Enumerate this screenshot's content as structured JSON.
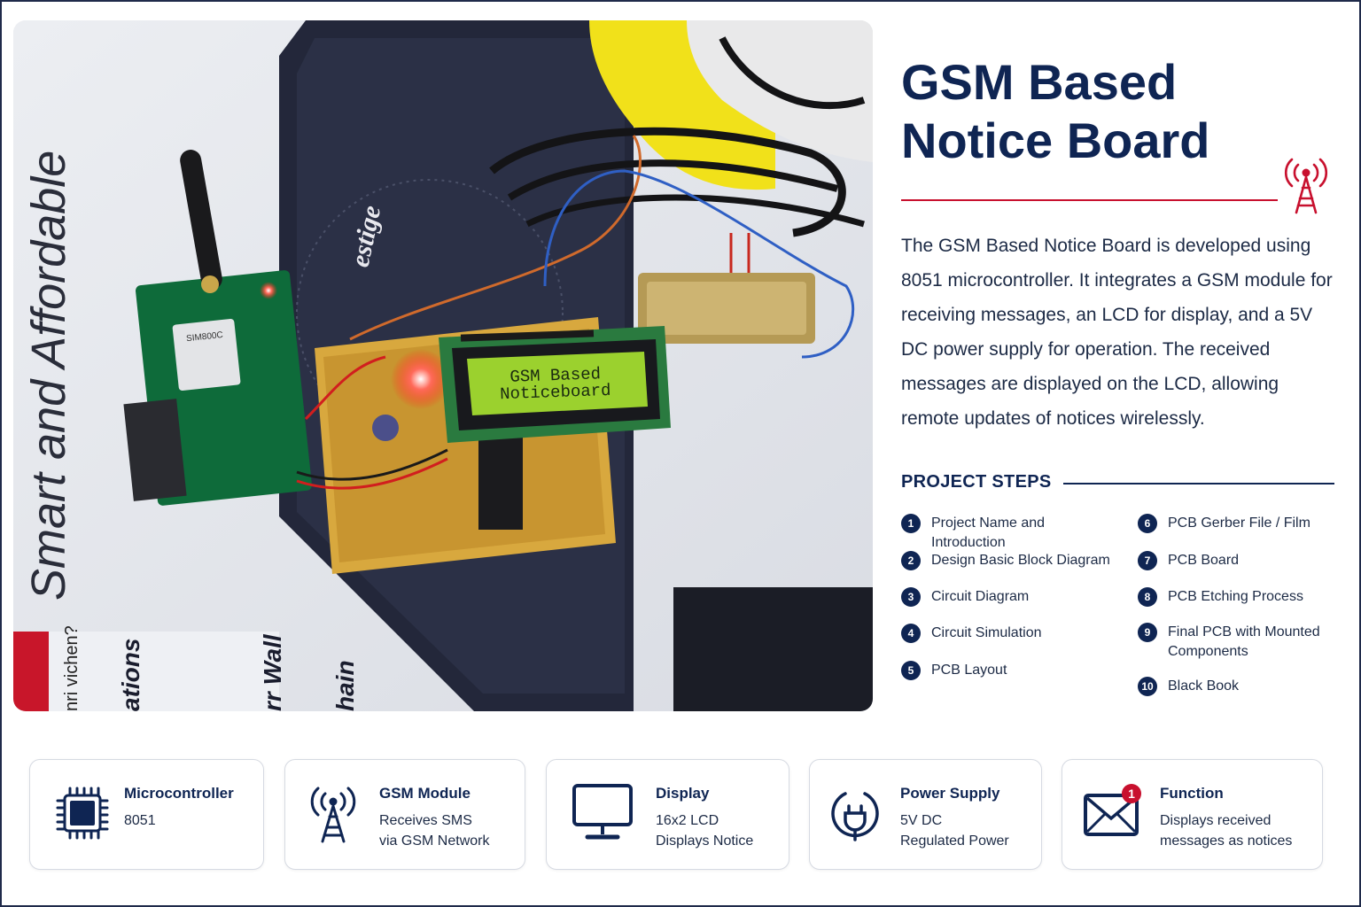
{
  "photo": {
    "side_text": "Smart and Affordable",
    "lcd_line1": "GSM Based",
    "lcd_line2": "Noticeboard",
    "module_label": "SIM800C",
    "brand_text": "estige",
    "page_words": [
      "ations",
      "rr Wall",
      "hain",
      "nri vichen?"
    ]
  },
  "header": {
    "title_line1": "GSM Based",
    "title_line2": "Notice Board",
    "icon": "cell-tower-icon",
    "accent_color": "#c8102e"
  },
  "description": "The GSM Based Notice Board is developed using 8051 microcontroller. It integrates a GSM module for receiving messages, an LCD for display, and a 5V DC power supply for operation. The received messages are displayed on the LCD, allowing remote updates of notices wirelessly.",
  "steps": {
    "title": "PROJECT STEPS",
    "items": [
      {
        "num": "1",
        "label": "Project Name and Introduction"
      },
      {
        "num": "2",
        "label": "Design Basic Block Diagram"
      },
      {
        "num": "3",
        "label": "Circuit Diagram"
      },
      {
        "num": "4",
        "label": "Circuit Simulation"
      },
      {
        "num": "5",
        "label": "PCB Layout"
      },
      {
        "num": "6",
        "label": "PCB Gerber File / Film"
      },
      {
        "num": "7",
        "label": "PCB Board"
      },
      {
        "num": "8",
        "label": "PCB Etching Process"
      },
      {
        "num": "9",
        "label": "Final PCB with Mounted Components"
      },
      {
        "num": "10",
        "label": "Black Book"
      }
    ]
  },
  "cards": [
    {
      "title": "Microcontroller",
      "sub": "8051",
      "icon": "chip-icon"
    },
    {
      "title": "GSM Module",
      "sub": "Receives SMS\nvia GSM Network",
      "icon": "antenna-icon"
    },
    {
      "title": "Display",
      "sub": "16x2 LCD\nDisplays Notice",
      "icon": "monitor-icon"
    },
    {
      "title": "Power Supply",
      "sub": "5V DC\nRegulated Power",
      "icon": "plug-icon"
    },
    {
      "title": "Function",
      "sub": "Displays received\nmessages as notices",
      "icon": "envelope-icon",
      "badge": "1"
    }
  ],
  "colors": {
    "navy": "#0f2553",
    "red": "#c8102e",
    "lcd_green": "#9bd12e"
  }
}
